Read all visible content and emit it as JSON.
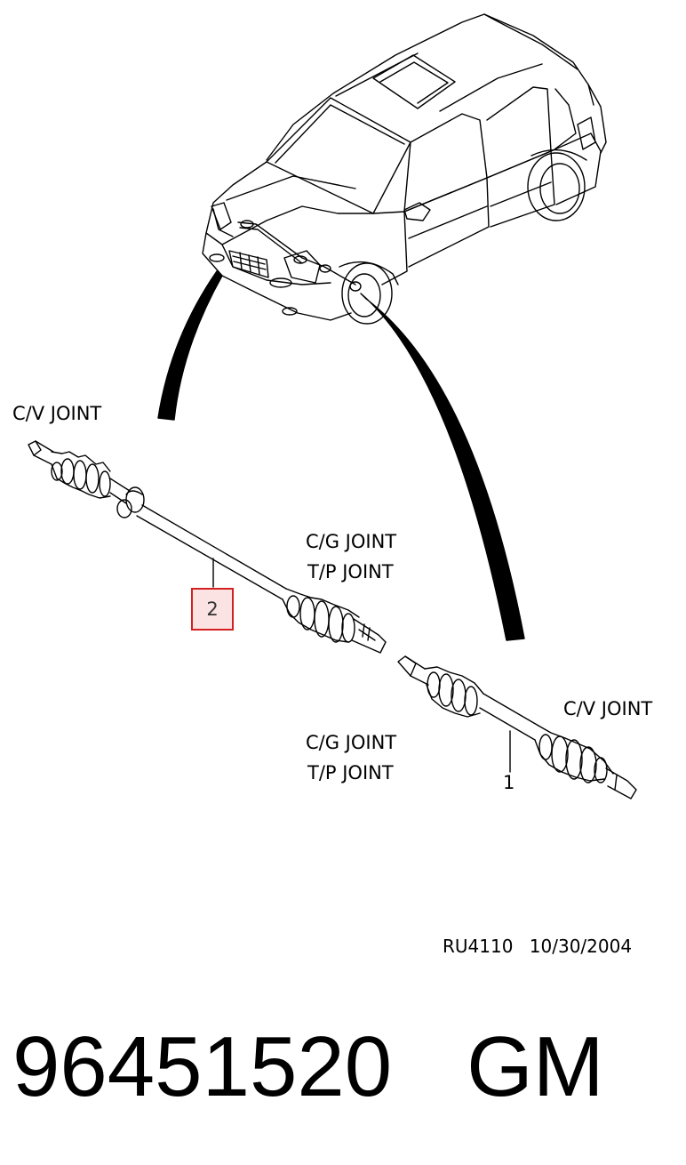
{
  "labels": {
    "cv_joint_left": "C/V JOINT",
    "cg_joint_upper": "C/G JOINT",
    "tp_joint_upper": "T/P JOINT",
    "cg_joint_lower": "C/G JOINT",
    "tp_joint_lower": "T/P JOINT",
    "cv_joint_right": "C/V JOINT"
  },
  "callouts": {
    "item_1": "1",
    "item_2": "2"
  },
  "reference": {
    "code": "RU4110",
    "date": "10/30/2004"
  },
  "part": {
    "number": "96451520",
    "brand": "GM"
  },
  "colors": {
    "highlight_border": "#d42020",
    "highlight_fill": "#fbe3e3",
    "ink": "#000000"
  }
}
